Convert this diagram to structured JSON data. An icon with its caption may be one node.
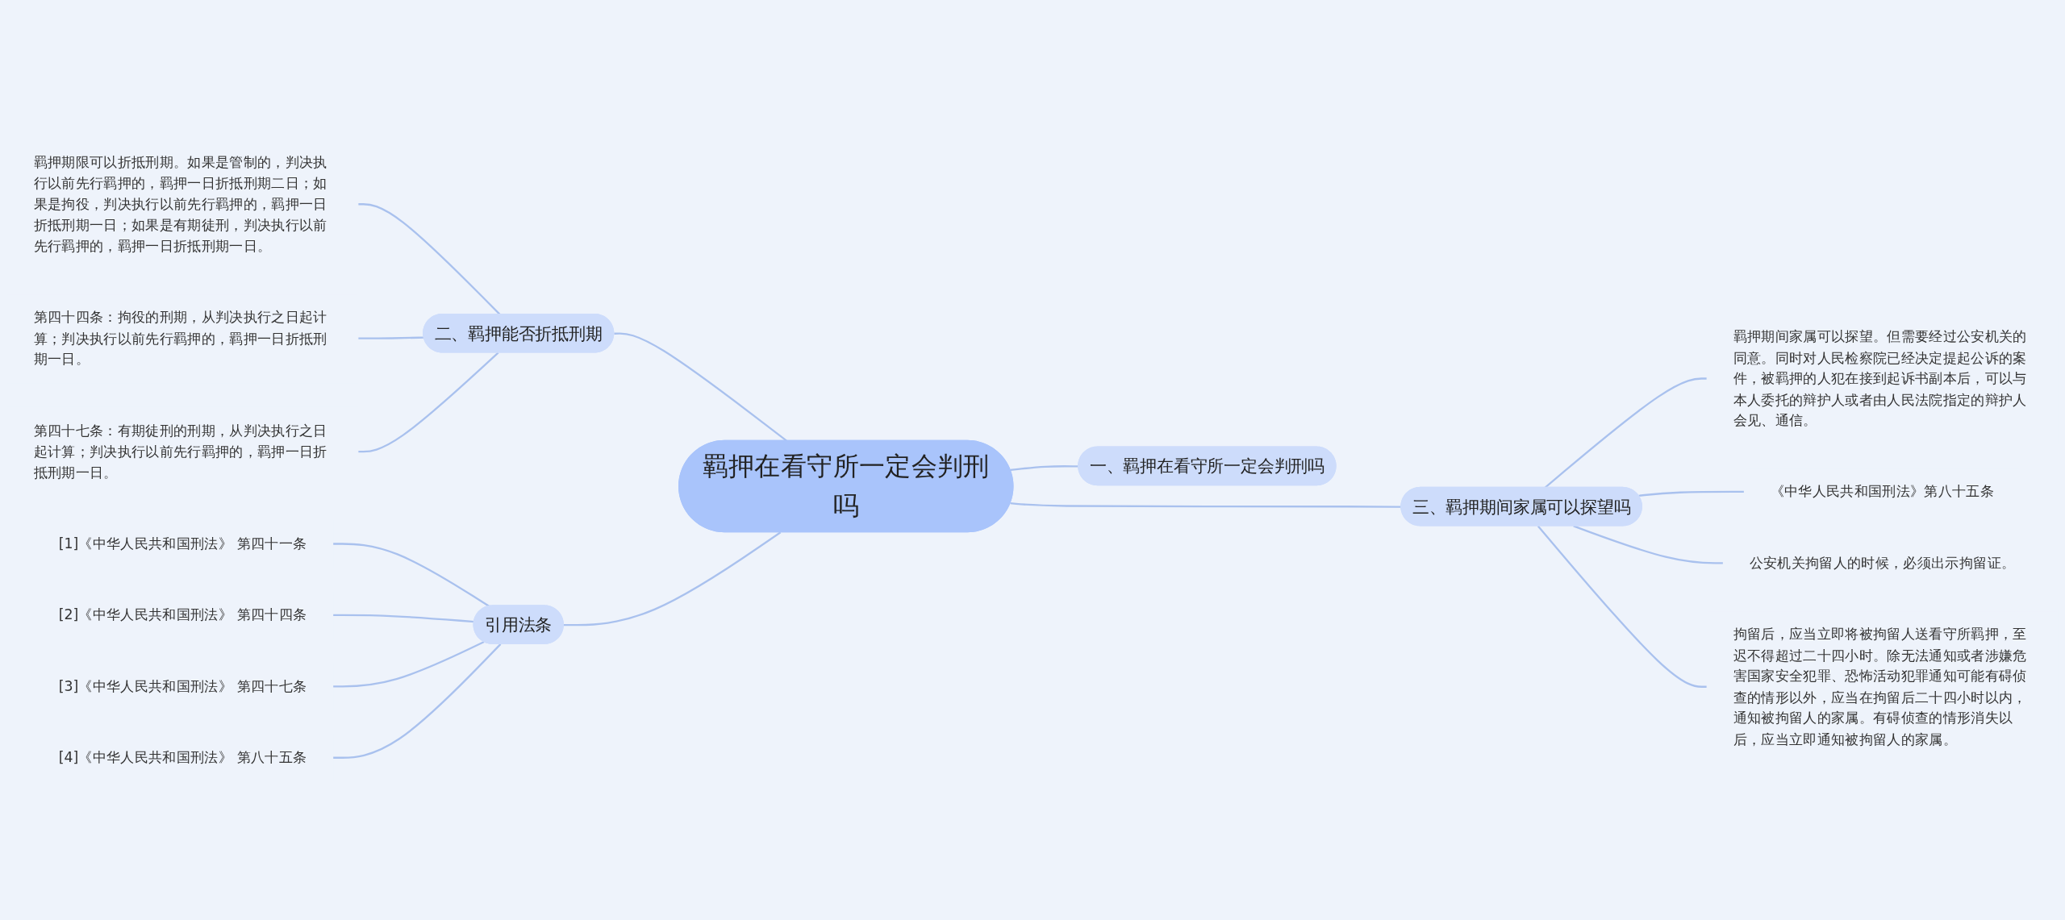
{
  "diagram": {
    "nodes": [
      {
        "text": [
          "羁押在看守所一定会判刑吗"
        ]
      },
      {
        "text": [
          "一、羁押在看守所一定会判刑吗"
        ]
      },
      {
        "text": [
          "二、羁押能否折抵刑期"
        ]
      },
      {
        "text": [
          "羁押期限可以折抵刑期。如果是管制的，判决执行以前先行羁押的，羁押一日折抵刑期二日；如果是拘役，判决执行以前先行羁押的，羁押一日折抵刑期一日；如果是有期徒刑，判决执行以前先行羁押的，羁押一日折抵刑期一日。"
        ]
      },
      {
        "text": [
          "第四十四条：拘役的刑期，从判决执行之日起计算；判决执行以前先行羁押的，羁押一日折抵刑期一日。"
        ]
      },
      {
        "text": [
          "第四十七条：有期徒刑的刑期，从判决执行之日起计算；判决执行以前先行羁押的，羁押一日折抵刑期一日。"
        ]
      },
      {
        "text": [
          "三、羁押期间家属可以探望吗"
        ]
      },
      {
        "text": [
          "羁押期间家属可以探望。但需要经过公安机关的同意。同时对人民检察院已经决定提起公诉的案件，被羁押的人犯在接到起诉书副本后，可以与本人委托的辩护人或者由人民法院指定的辩护人会见、通信。"
        ]
      },
      {
        "text": [
          "《中华人民共和国刑法》第八十五条"
        ]
      },
      {
        "text": [
          "公安机关拘留人的时候，必须出示拘留证。"
        ]
      },
      {
        "text": [
          "拘留后，应当立即将被拘留人送看守所羁押，至迟不得超过二十四小时。除无法通知或者涉嫌危害国家安全犯罪、恐怖活动犯罪通知可能有碍侦查的情形以外，应当在拘留后二十四小时以内，通知被拘留人的家属。有碍侦查的情形消失以后，应当立即通知被拘留人的家属。"
        ]
      },
      {
        "text": [
          "引用法条"
        ]
      },
      {
        "text": [
          "[1]《中华人民共和国刑法》 第四十一条"
        ]
      },
      {
        "text": [
          "[2]《中华人民共和国刑法》 第四十四条"
        ]
      },
      {
        "text": [
          "[3]《中华人民共和国刑法》 第四十七条"
        ]
      },
      {
        "text": [
          "[4]《中华人民共和国刑法》 第八十五条"
        ]
      }
    ],
    "edges": [
      {
        "from": 0,
        "to": 1,
        "arrow": "none"
      },
      {
        "from": 0,
        "to": 2,
        "arrow": "none"
      },
      {
        "from": 2,
        "to": 3,
        "arrow": "none"
      },
      {
        "from": 2,
        "to": 4,
        "arrow": "none"
      },
      {
        "from": 2,
        "to": 5,
        "arrow": "none"
      },
      {
        "from": 0,
        "to": 6,
        "arrow": "none"
      },
      {
        "from": 6,
        "to": 7,
        "arrow": "none"
      },
      {
        "from": 6,
        "to": 8,
        "arrow": "none"
      },
      {
        "from": 6,
        "to": 9,
        "arrow": "none"
      },
      {
        "from": 6,
        "to": 10,
        "arrow": "none"
      },
      {
        "from": 0,
        "to": 11,
        "arrow": "none"
      },
      {
        "from": 11,
        "to": 12,
        "arrow": "none"
      },
      {
        "from": 11,
        "to": 13,
        "arrow": "none"
      },
      {
        "from": 11,
        "to": 14,
        "arrow": "none"
      },
      {
        "from": 11,
        "to": 15,
        "arrow": "none"
      }
    ]
  }
}
